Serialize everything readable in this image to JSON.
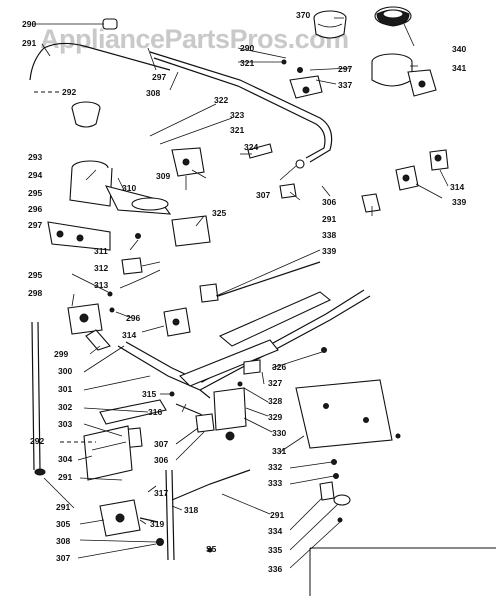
{
  "watermark": "AppliancePartsPros.com",
  "callouts": [
    {
      "id": "c290a",
      "text": "290"
    },
    {
      "id": "c291a",
      "text": "291"
    },
    {
      "id": "c292a",
      "text": "292"
    },
    {
      "id": "c293",
      "text": "293"
    },
    {
      "id": "c294",
      "text": "294"
    },
    {
      "id": "c295a",
      "text": "295"
    },
    {
      "id": "c296a",
      "text": "296"
    },
    {
      "id": "c297a",
      "text": "297"
    },
    {
      "id": "c308a",
      "text": "308"
    },
    {
      "id": "c297b",
      "text": "297"
    },
    {
      "id": "c370",
      "text": "370"
    },
    {
      "id": "c290b",
      "text": "290"
    },
    {
      "id": "c321a",
      "text": "321"
    },
    {
      "id": "c297c",
      "text": "297"
    },
    {
      "id": "c337",
      "text": "337"
    },
    {
      "id": "c340",
      "text": "340"
    },
    {
      "id": "c341",
      "text": "341"
    },
    {
      "id": "c322",
      "text": "322"
    },
    {
      "id": "c323",
      "text": "323"
    },
    {
      "id": "c321b",
      "text": "321"
    },
    {
      "id": "c324",
      "text": "324"
    },
    {
      "id": "c310",
      "text": "310"
    },
    {
      "id": "c309",
      "text": "309"
    },
    {
      "id": "c307a",
      "text": "307"
    },
    {
      "id": "c306a",
      "text": "306"
    },
    {
      "id": "c291b",
      "text": "291"
    },
    {
      "id": "c338",
      "text": "338"
    },
    {
      "id": "c314a",
      "text": "314"
    },
    {
      "id": "c339a",
      "text": "339"
    },
    {
      "id": "c325",
      "text": "325"
    },
    {
      "id": "c311",
      "text": "311"
    },
    {
      "id": "c312",
      "text": "312"
    },
    {
      "id": "c313",
      "text": "313"
    },
    {
      "id": "c339b",
      "text": "339"
    },
    {
      "id": "c295b",
      "text": "295"
    },
    {
      "id": "c298",
      "text": "298"
    },
    {
      "id": "c296b",
      "text": "296"
    },
    {
      "id": "c314b",
      "text": "314"
    },
    {
      "id": "c299",
      "text": "299"
    },
    {
      "id": "c300",
      "text": "300"
    },
    {
      "id": "c301",
      "text": "301"
    },
    {
      "id": "c315",
      "text": "315"
    },
    {
      "id": "c302",
      "text": "302"
    },
    {
      "id": "c316",
      "text": "316"
    },
    {
      "id": "c303",
      "text": "303"
    },
    {
      "id": "c292b",
      "text": "292"
    },
    {
      "id": "c307b",
      "text": "307"
    },
    {
      "id": "c306b",
      "text": "306"
    },
    {
      "id": "c304",
      "text": "304"
    },
    {
      "id": "c291c",
      "text": "291"
    },
    {
      "id": "c317",
      "text": "317"
    },
    {
      "id": "c318",
      "text": "318"
    },
    {
      "id": "c291d",
      "text": "291"
    },
    {
      "id": "c291e",
      "text": "291"
    },
    {
      "id": "c305",
      "text": "305"
    },
    {
      "id": "c319",
      "text": "319"
    },
    {
      "id": "c308b",
      "text": "308"
    },
    {
      "id": "c307c",
      "text": "307"
    },
    {
      "id": "c326",
      "text": "326"
    },
    {
      "id": "c327",
      "text": "327"
    },
    {
      "id": "c328",
      "text": "328"
    },
    {
      "id": "c329",
      "text": "329"
    },
    {
      "id": "c330",
      "text": "330"
    },
    {
      "id": "c331",
      "text": "331"
    },
    {
      "id": "c332",
      "text": "332"
    },
    {
      "id": "c333",
      "text": "333"
    },
    {
      "id": "c334",
      "text": "334"
    },
    {
      "id": "c335",
      "text": "335"
    },
    {
      "id": "c336",
      "text": "336"
    },
    {
      "id": "c55",
      "text": "S5"
    }
  ]
}
